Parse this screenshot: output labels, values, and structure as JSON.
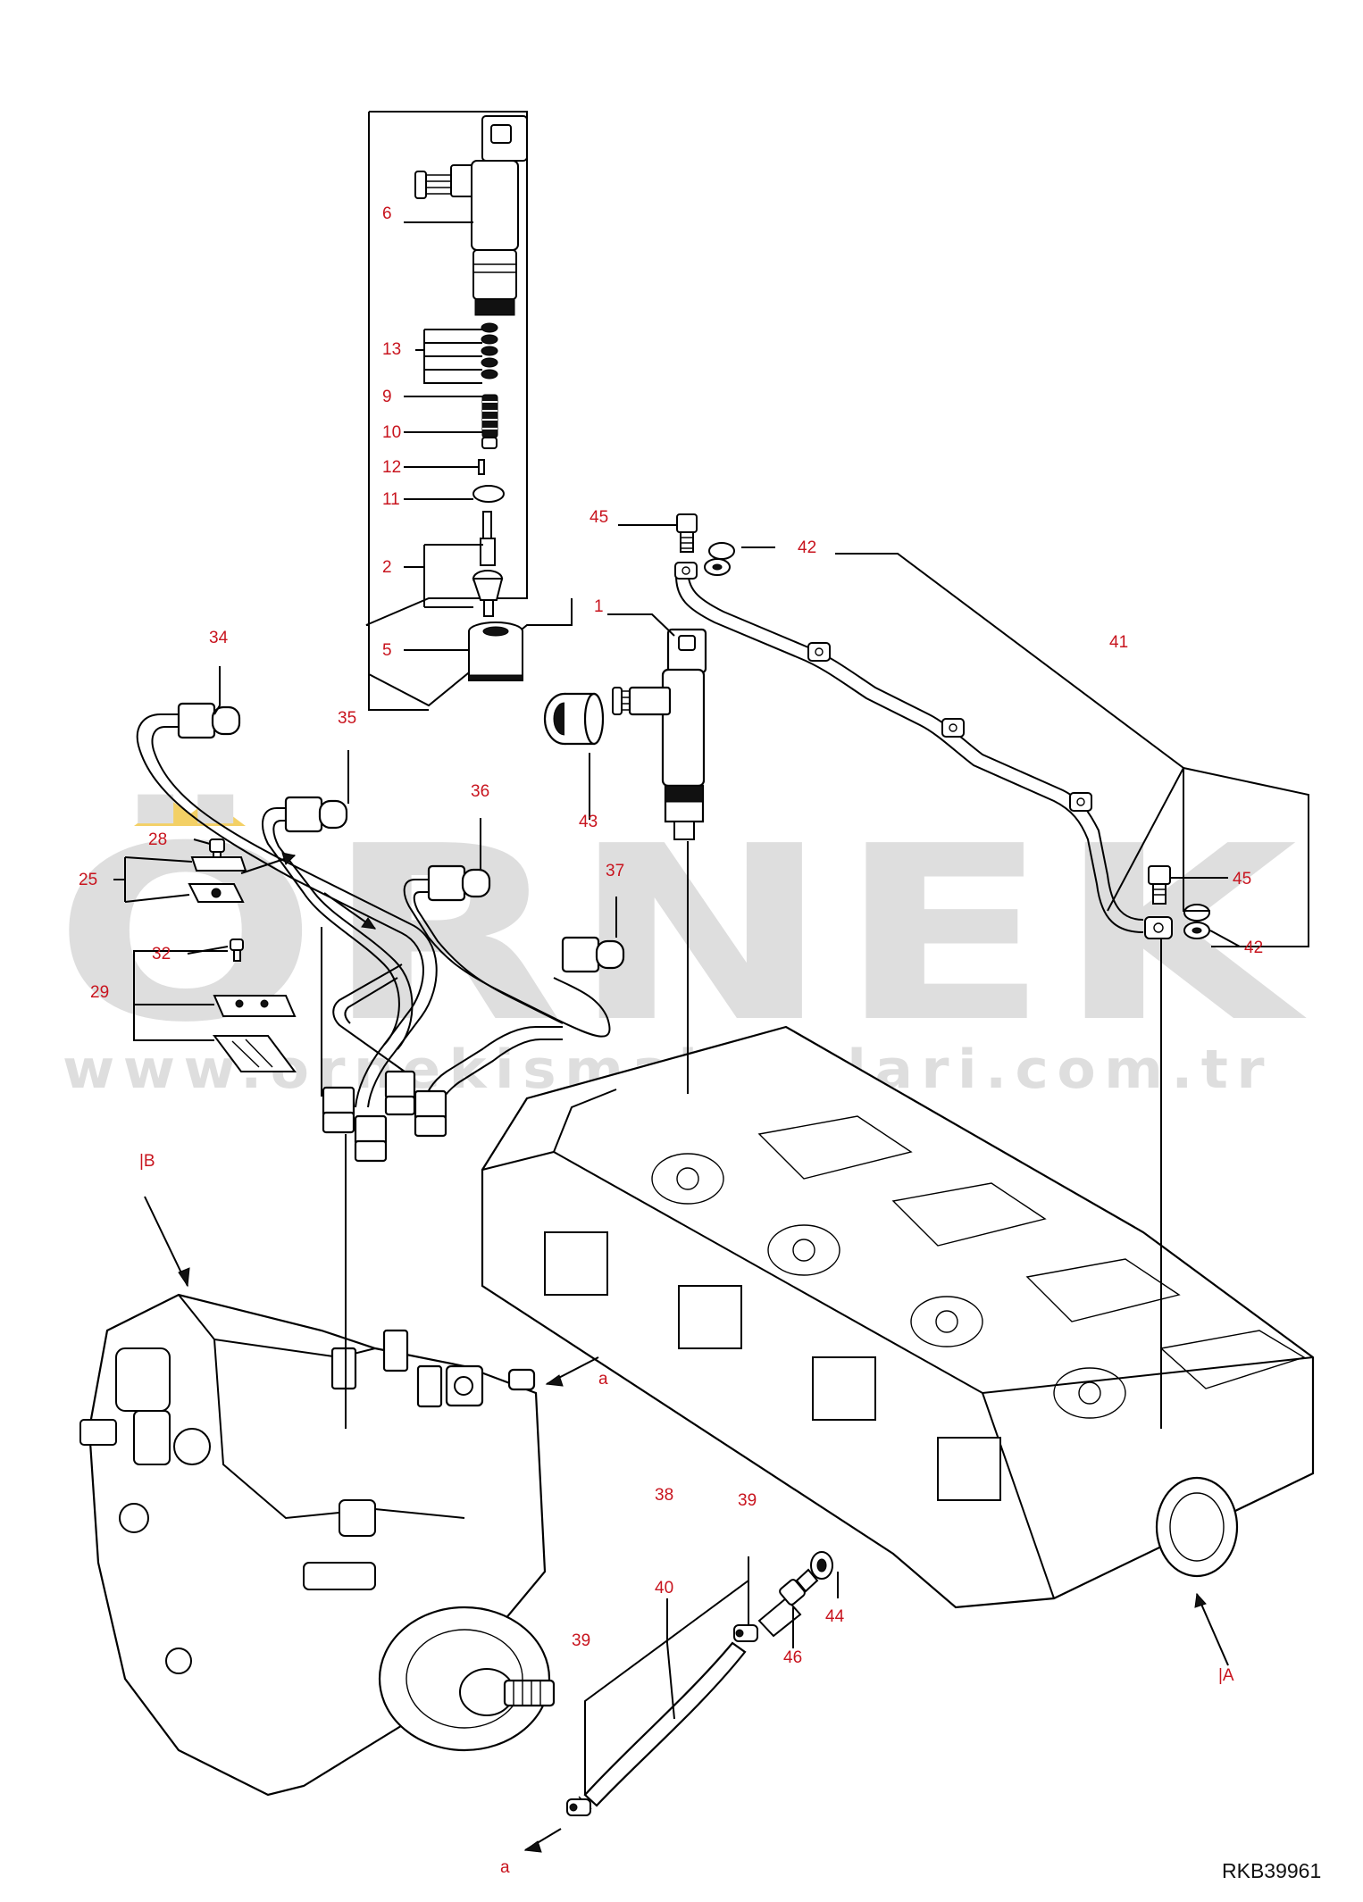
{
  "diagram": {
    "reference_code": "RKB39961",
    "watermark": {
      "brand": "ÖRNEK",
      "website": "www.ornekismakinalari.com.tr",
      "brand_color": "#d9d9d9",
      "accent_color": "#f2c84b"
    },
    "callout_color": "#c8141e",
    "callouts": [
      {
        "id": "c6",
        "label": "6"
      },
      {
        "id": "c13",
        "label": "13"
      },
      {
        "id": "c9",
        "label": "9"
      },
      {
        "id": "c10",
        "label": "10"
      },
      {
        "id": "c12",
        "label": "12"
      },
      {
        "id": "c11",
        "label": "11"
      },
      {
        "id": "c2",
        "label": "2"
      },
      {
        "id": "c5",
        "label": "5"
      },
      {
        "id": "c1",
        "label": "1"
      },
      {
        "id": "c45a",
        "label": "45"
      },
      {
        "id": "c42a",
        "label": "42"
      },
      {
        "id": "c41",
        "label": "41"
      },
      {
        "id": "c34",
        "label": "34"
      },
      {
        "id": "c35",
        "label": "35"
      },
      {
        "id": "c36",
        "label": "36"
      },
      {
        "id": "c37",
        "label": "37"
      },
      {
        "id": "c43",
        "label": "43"
      },
      {
        "id": "c28",
        "label": "28"
      },
      {
        "id": "c25",
        "label": "25"
      },
      {
        "id": "c32",
        "label": "32"
      },
      {
        "id": "c29",
        "label": "29"
      },
      {
        "id": "c45b",
        "label": "45"
      },
      {
        "id": "c42b",
        "label": "42"
      },
      {
        "id": "cB",
        "label": "|B"
      },
      {
        "id": "ca1",
        "label": "a"
      },
      {
        "id": "c38",
        "label": "38"
      },
      {
        "id": "c39a",
        "label": "39"
      },
      {
        "id": "c40",
        "label": "40"
      },
      {
        "id": "c39b",
        "label": "39"
      },
      {
        "id": "c44",
        "label": "44"
      },
      {
        "id": "c46",
        "label": "46"
      },
      {
        "id": "cA",
        "label": "|A"
      },
      {
        "id": "ca2",
        "label": "a"
      }
    ]
  }
}
